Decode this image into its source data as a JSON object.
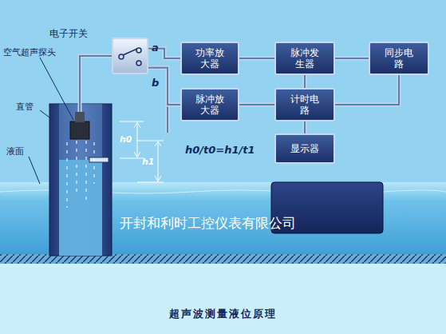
{
  "diagram": {
    "caption": "超声波测量液位原理",
    "nodes": [
      {
        "text": [
          "电子开关"
        ]
      },
      {
        "text": [
          "功率放大器"
        ]
      },
      {
        "text": [
          "脉冲发生器"
        ]
      },
      {
        "text": [
          "同步电路"
        ]
      },
      {
        "text": [
          "脉冲放大器"
        ]
      },
      {
        "text": [
          "计时电路"
        ]
      },
      {
        "text": [
          "显示器"
        ]
      }
    ],
    "edges": [
      {
        "from": 0,
        "to": 1,
        "arrow": "none"
      },
      {
        "from": 1,
        "to": 2,
        "arrow": "none"
      },
      {
        "from": 2,
        "to": 3,
        "arrow": "none"
      },
      {
        "from": 0,
        "to": 4,
        "arrow": "none"
      },
      {
        "from": 4,
        "to": 5,
        "arrow": "none"
      },
      {
        "from": 2,
        "to": 5,
        "arrow": "none"
      },
      {
        "from": 3,
        "to": 5,
        "arrow": "none"
      },
      {
        "from": 5,
        "to": 6,
        "arrow": "none"
      }
    ],
    "labels": [
      "a",
      "b",
      "空气超声探头",
      "直管",
      "液面",
      "h0",
      "h1",
      "h0/t0=h1/t1",
      "开封和利时工控仪表有限公司"
    ]
  }
}
